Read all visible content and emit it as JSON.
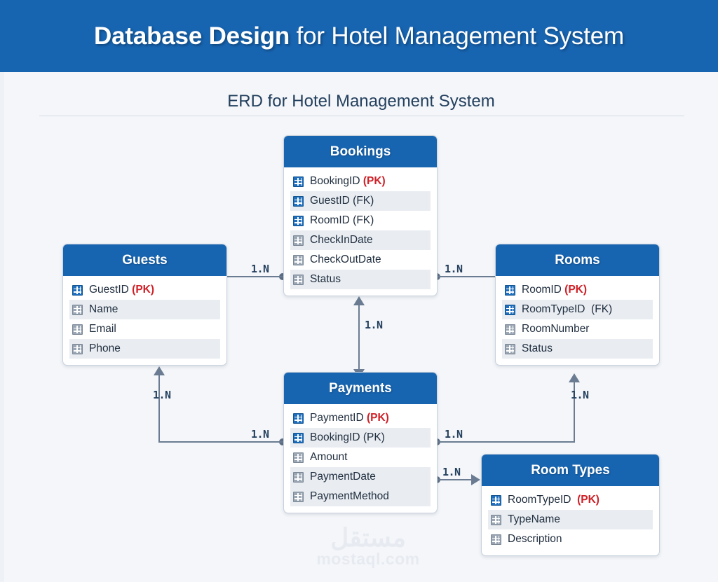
{
  "banner": {
    "title_strong": "Database Design",
    "title_light": " for Hotel Management System"
  },
  "diagram": {
    "subtitle": "ERD for Hotel Management System",
    "header_color": "#1764b0",
    "pk_color": "#cf2027",
    "canvas_color": "#f4f6f9",
    "connector_color": "#6b7c92"
  },
  "watermark": {
    "arabic": "مستقل",
    "latin": "mostaql.com"
  },
  "entities": [
    {
      "name": "Bookings",
      "fields": [
        {
          "label": "BookingID ",
          "suffix": "(PK)",
          "suffix_kind": "pk",
          "key": true
        },
        {
          "label": "GuestID (FK)",
          "suffix": "",
          "suffix_kind": "none",
          "key": true
        },
        {
          "label": "RoomID (FK)",
          "suffix": "",
          "suffix_kind": "none",
          "key": true
        },
        {
          "label": "CheckInDate",
          "suffix": "",
          "suffix_kind": "none",
          "key": false
        },
        {
          "label": "CheckOutDate",
          "suffix": "",
          "suffix_kind": "none",
          "key": false
        },
        {
          "label": "Status",
          "suffix": "",
          "suffix_kind": "none",
          "key": false
        }
      ]
    },
    {
      "name": "Guests",
      "fields": [
        {
          "label": "GuestID ",
          "suffix": "(PK)",
          "suffix_kind": "pk",
          "key": true
        },
        {
          "label": "Name",
          "suffix": "",
          "suffix_kind": "none",
          "key": false
        },
        {
          "label": "Email",
          "suffix": "",
          "suffix_kind": "none",
          "key": false
        },
        {
          "label": "Phone",
          "suffix": "",
          "suffix_kind": "none",
          "key": false
        }
      ]
    },
    {
      "name": "Rooms",
      "fields": [
        {
          "label": "RoomID ",
          "suffix": "(PK)",
          "suffix_kind": "pk",
          "key": true
        },
        {
          "label": "RoomTypeID  (FK)",
          "suffix": "",
          "suffix_kind": "none",
          "key": true
        },
        {
          "label": "RoomNumber",
          "suffix": "",
          "suffix_kind": "none",
          "key": false
        },
        {
          "label": "Status",
          "suffix": "",
          "suffix_kind": "none",
          "key": false
        }
      ]
    },
    {
      "name": "Payments",
      "fields": [
        {
          "label": "PaymentID ",
          "suffix": "(PK)",
          "suffix_kind": "pk",
          "key": true
        },
        {
          "label": "BookingID (PK)",
          "suffix": "",
          "suffix_kind": "none",
          "key": true
        },
        {
          "label": "Amount",
          "suffix": "",
          "suffix_kind": "none",
          "key": false
        },
        {
          "label": "PaymentDate",
          "suffix": "",
          "suffix_kind": "none",
          "key": false
        },
        {
          "label": "PaymentMethod",
          "suffix": "",
          "suffix_kind": "none",
          "key": false
        }
      ]
    },
    {
      "name": "Room Types",
      "fields": [
        {
          "label": "RoomTypeID  ",
          "suffix": "(PK)",
          "suffix_kind": "pk",
          "key": true
        },
        {
          "label": "TypeName",
          "suffix": "",
          "suffix_kind": "none",
          "key": false
        },
        {
          "label": "Description",
          "suffix": "",
          "suffix_kind": "none",
          "key": false
        }
      ]
    }
  ],
  "relationships": [
    {
      "from": "Bookings",
      "to": "Guests",
      "cardinality": "1.N"
    },
    {
      "from": "Bookings",
      "to": "Rooms",
      "cardinality": "1.N"
    },
    {
      "from": "Bookings",
      "to": "Payments",
      "cardinality": "1.N"
    },
    {
      "from": "Payments",
      "to": "Guests",
      "cardinality": "1.N"
    },
    {
      "from": "Payments",
      "to": "Rooms",
      "cardinality": "1.N"
    },
    {
      "from": "Payments",
      "to": "Room Types",
      "cardinality": "1.N"
    }
  ]
}
